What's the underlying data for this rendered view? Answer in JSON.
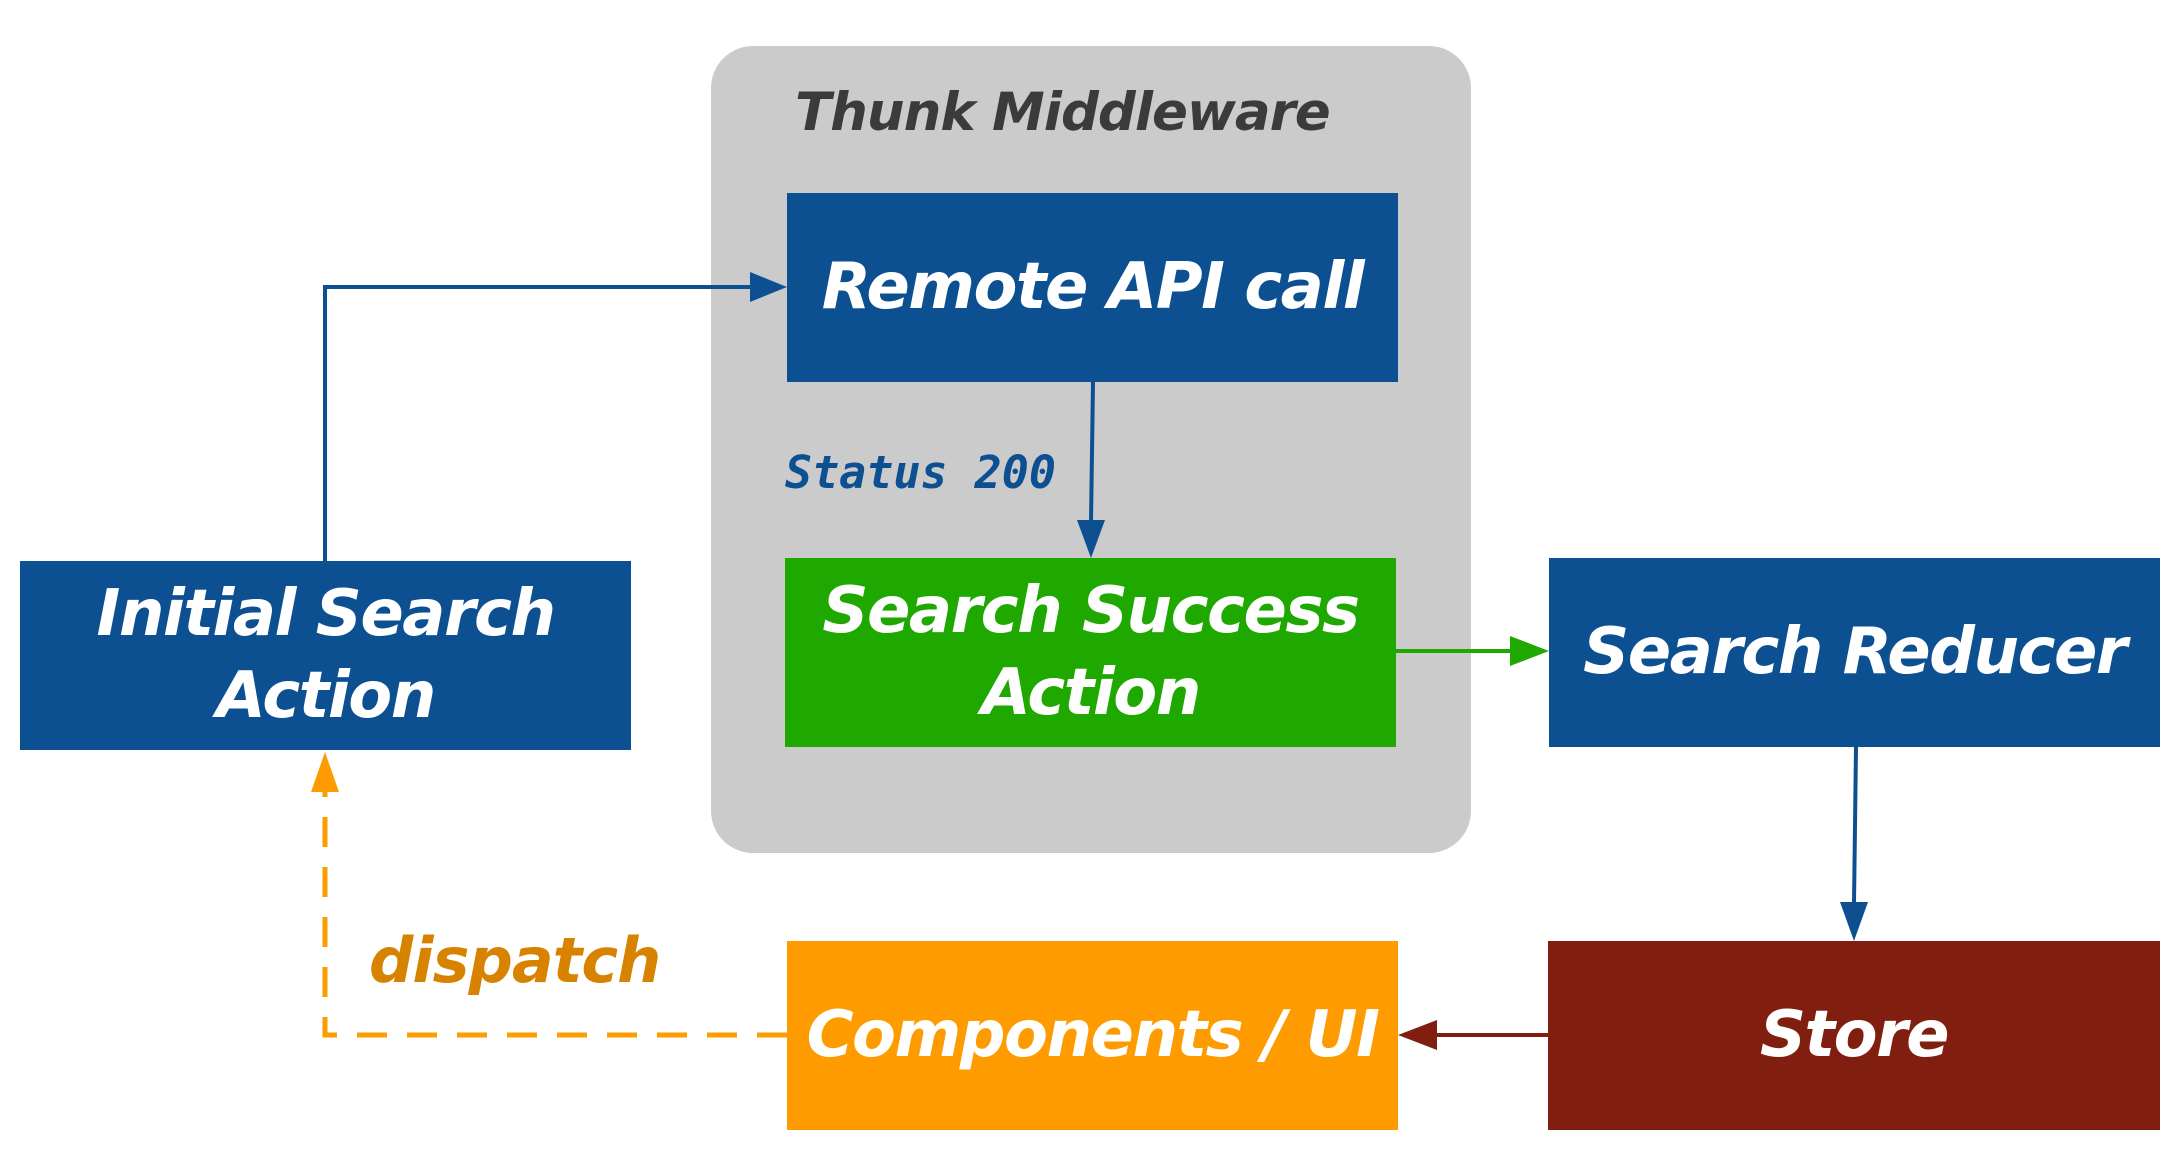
{
  "group": {
    "title": "Thunk Middleware"
  },
  "nodes": {
    "initial_search_action": {
      "line1": "Initial Search",
      "line2": "Action"
    },
    "remote_api_call": {
      "label": "Remote API call"
    },
    "search_success_action": {
      "line1": "Search Success",
      "line2": "Action"
    },
    "search_reducer": {
      "label": "Search Reducer"
    },
    "store": {
      "label": "Store"
    },
    "components_ui": {
      "label": "Components / UI"
    }
  },
  "edges": {
    "status_label": "Status 200",
    "dispatch_label": "dispatch"
  },
  "colors": {
    "blue": "#0d5092",
    "green": "#1ea800",
    "dark_red": "#801e10",
    "orange": "#fd9b00",
    "dispatch_text": "#d88300",
    "group_bg": "#cbcbcb",
    "group_title": "#3b3b3b"
  }
}
